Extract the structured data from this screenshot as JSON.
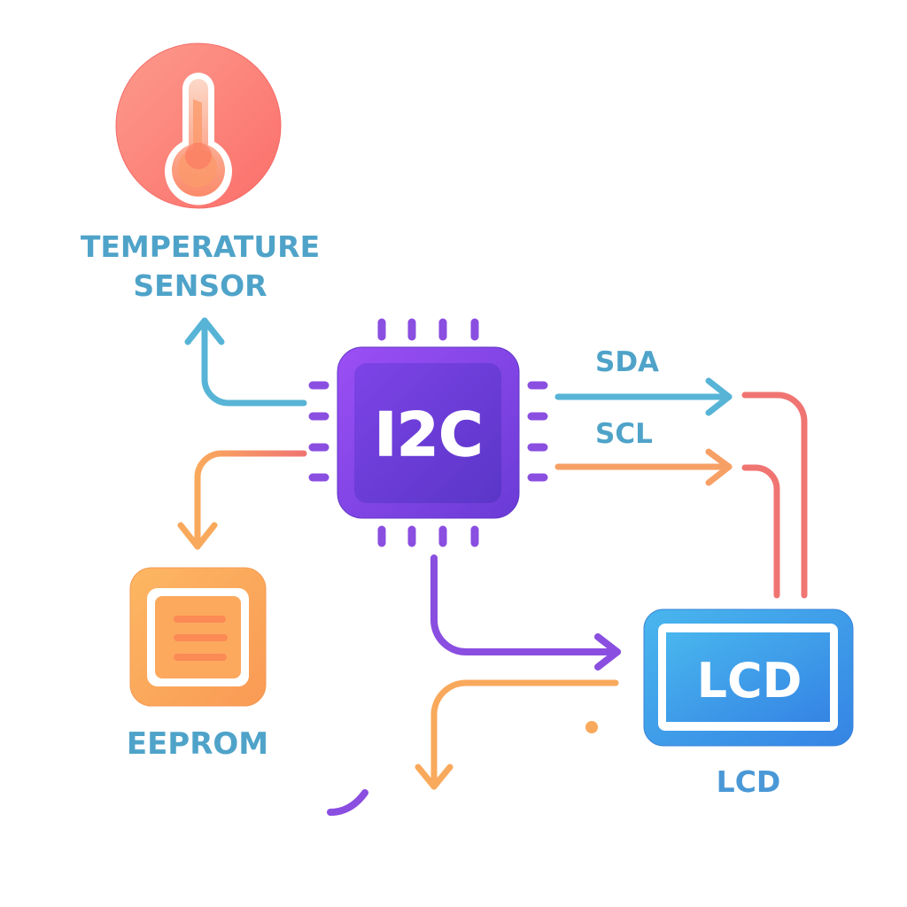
{
  "title": "I2C Bus Diagram",
  "colors": {
    "label": "#4fa3c9",
    "sda": "#57b4d6",
    "scl": "#f7a066",
    "bus_red": "#f07572",
    "chip": "#7a45e0",
    "chip_pin": "#8a4ee0",
    "eeprom": "#f9a95c",
    "lcd": "#3a9ae8",
    "sensor": "#fb7a72"
  },
  "nodes": {
    "controller": {
      "label": "I2C"
    },
    "sensor": {
      "label_line1": "TEMPERATURE",
      "label_line2": "SENSOR",
      "icon": "thermometer-icon"
    },
    "eeprom": {
      "label": "EEPROM",
      "icon": "memory-chip-icon"
    },
    "lcd": {
      "screen_text": "LCD",
      "label": "LCD",
      "icon": "display-icon"
    }
  },
  "signals": {
    "sda": {
      "label": "SDA"
    },
    "scl": {
      "label": "SCL"
    }
  }
}
